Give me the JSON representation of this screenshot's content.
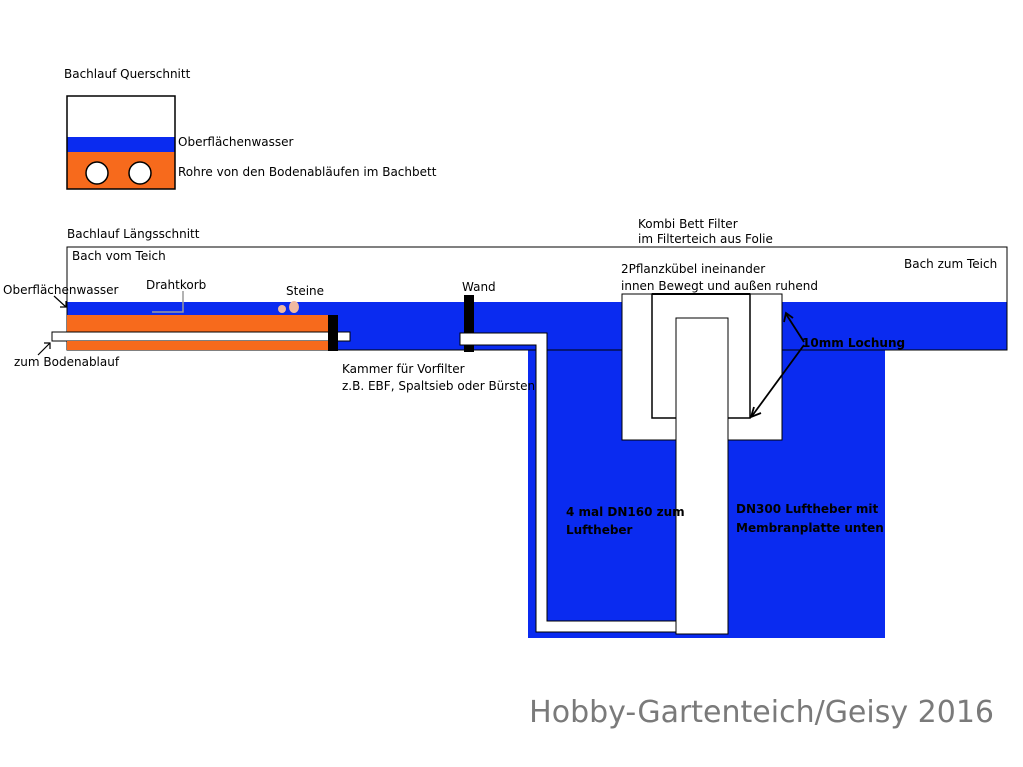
{
  "cross_section": {
    "title": "Bachlauf Querschnitt",
    "label_surface_water": "Oberflächenwasser",
    "label_pipes": "Rohre von den Bodenabläufen im Bachbett"
  },
  "longitudinal": {
    "title": "Bachlauf Längsschnitt",
    "label_stream_from_pond": "Bach vom Teich",
    "label_surface_water": "Oberflächenwasser",
    "label_bottom_drain": "zum Bodenablauf",
    "label_wire_basket": "Drahtkorb",
    "label_stones": "Steine",
    "label_wall": "Wand",
    "label_chamber_line1": "Kammer für Vorfilter",
    "label_chamber_line2": "z.B. EBF, Spaltsieb oder Bürsten",
    "label_filter_line1": "Kombi Bett Filter",
    "label_filter_line2": "im Filterteich aus Folie",
    "label_buckets_line1": "2Pflanzkübel ineinander",
    "label_buckets_line2": "innen Bewegt und außen ruhend",
    "label_stream_to_pond": "Bach  zum Teich",
    "label_perforation": "10mm Lochung",
    "label_pipes_line1": "4 mal DN160 zum",
    "label_pipes_line2": "Luftheber",
    "label_airlift_line1": "DN300  Luftheber mit",
    "label_airlift_line2": "Membranplatte unten"
  },
  "watermark": "Hobby-Gartenteich/Geisy 2016",
  "colors": {
    "water": "#0a2bf0",
    "gravel": "#f76a1c",
    "outline": "#000000",
    "background": "#ffffff",
    "watermark": "#7a7a7a"
  }
}
